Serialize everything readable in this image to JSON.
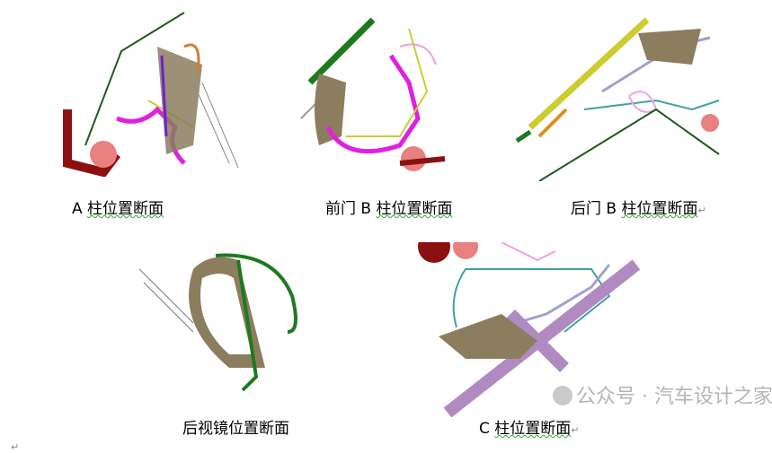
{
  "figures": [
    {
      "caption": "A 柱位置断面",
      "prefix": "A ",
      "main": "柱位置断面"
    },
    {
      "caption": "前门 B 柱位置断面",
      "prefix": "前门 B ",
      "main": "柱位置断面"
    },
    {
      "caption": "后门 B 柱位置断面",
      "prefix": "后门 B ",
      "main": "柱位置断面"
    },
    {
      "caption": "后视镜位置断面",
      "prefix": "",
      "main": "后视镜位置断面"
    },
    {
      "caption": "C 柱位置断面",
      "prefix": "C ",
      "main": "柱位置断面"
    }
  ],
  "paragraph_mark": "↵",
  "watermark": "公众号 · 汽车设计之家",
  "colors": {
    "seal": "#8b7d5e",
    "green": "#1e7a1e",
    "magenta": "#e020e0",
    "darkred": "#8b1010",
    "salmon": "#e88080",
    "purple": "#b08ac0"
  }
}
